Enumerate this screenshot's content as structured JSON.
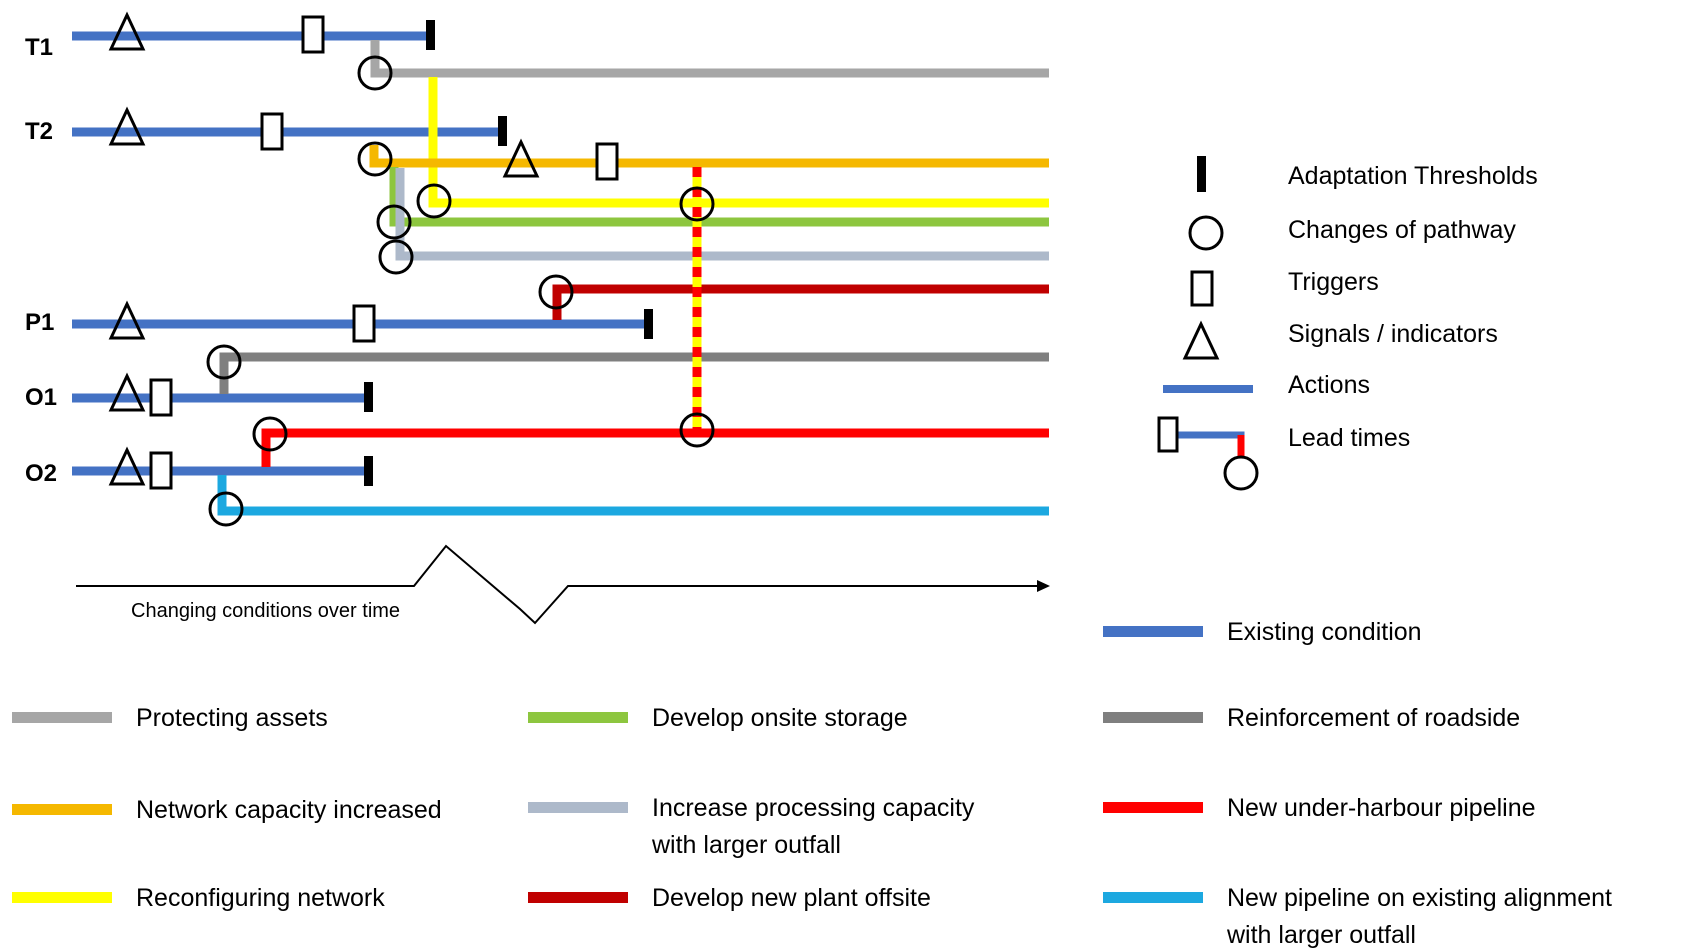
{
  "rows": [
    "T1",
    "T2",
    "P1",
    "O1",
    "O2"
  ],
  "axis": {
    "label": "Changing conditions over time"
  },
  "symbol_legend": [
    {
      "key": "threshold",
      "label": "Adaptation Thresholds"
    },
    {
      "key": "change",
      "label": "Changes of pathway"
    },
    {
      "key": "trigger",
      "label": "Triggers"
    },
    {
      "key": "signal",
      "label": "Signals / indicators"
    },
    {
      "key": "action",
      "label": "Actions"
    },
    {
      "key": "lead",
      "label": "Lead times"
    }
  ],
  "pathway_legend": [
    {
      "key": "existing",
      "label": [
        "Existing condition"
      ],
      "color": "#4472C4"
    },
    {
      "key": "protect",
      "label": [
        "Protecting assets"
      ],
      "color": "#A6A6A6"
    },
    {
      "key": "storage",
      "label": [
        "Develop onsite storage"
      ],
      "color": "#8DC63F"
    },
    {
      "key": "roadside",
      "label": [
        "Reinforcement of roadside"
      ],
      "color": "#7F7F7F"
    },
    {
      "key": "network",
      "label": [
        "Network capacity increased"
      ],
      "color": "#F5B800"
    },
    {
      "key": "processing",
      "label": [
        "Increase processing capacity",
        "with larger outfall"
      ],
      "color": "#ADB9CA"
    },
    {
      "key": "harbour",
      "label": [
        "New under-harbour pipeline"
      ],
      "color": "#FF0000"
    },
    {
      "key": "reconfig",
      "label": [
        "Reconfiguring network"
      ],
      "color": "#FFFF00"
    },
    {
      "key": "plant",
      "label": [
        "Develop new plant offsite"
      ],
      "color": "#C00000"
    },
    {
      "key": "alignment",
      "label": [
        "New pipeline on existing alignment",
        "with larger outfall"
      ],
      "color": "#1CA8E0"
    }
  ]
}
